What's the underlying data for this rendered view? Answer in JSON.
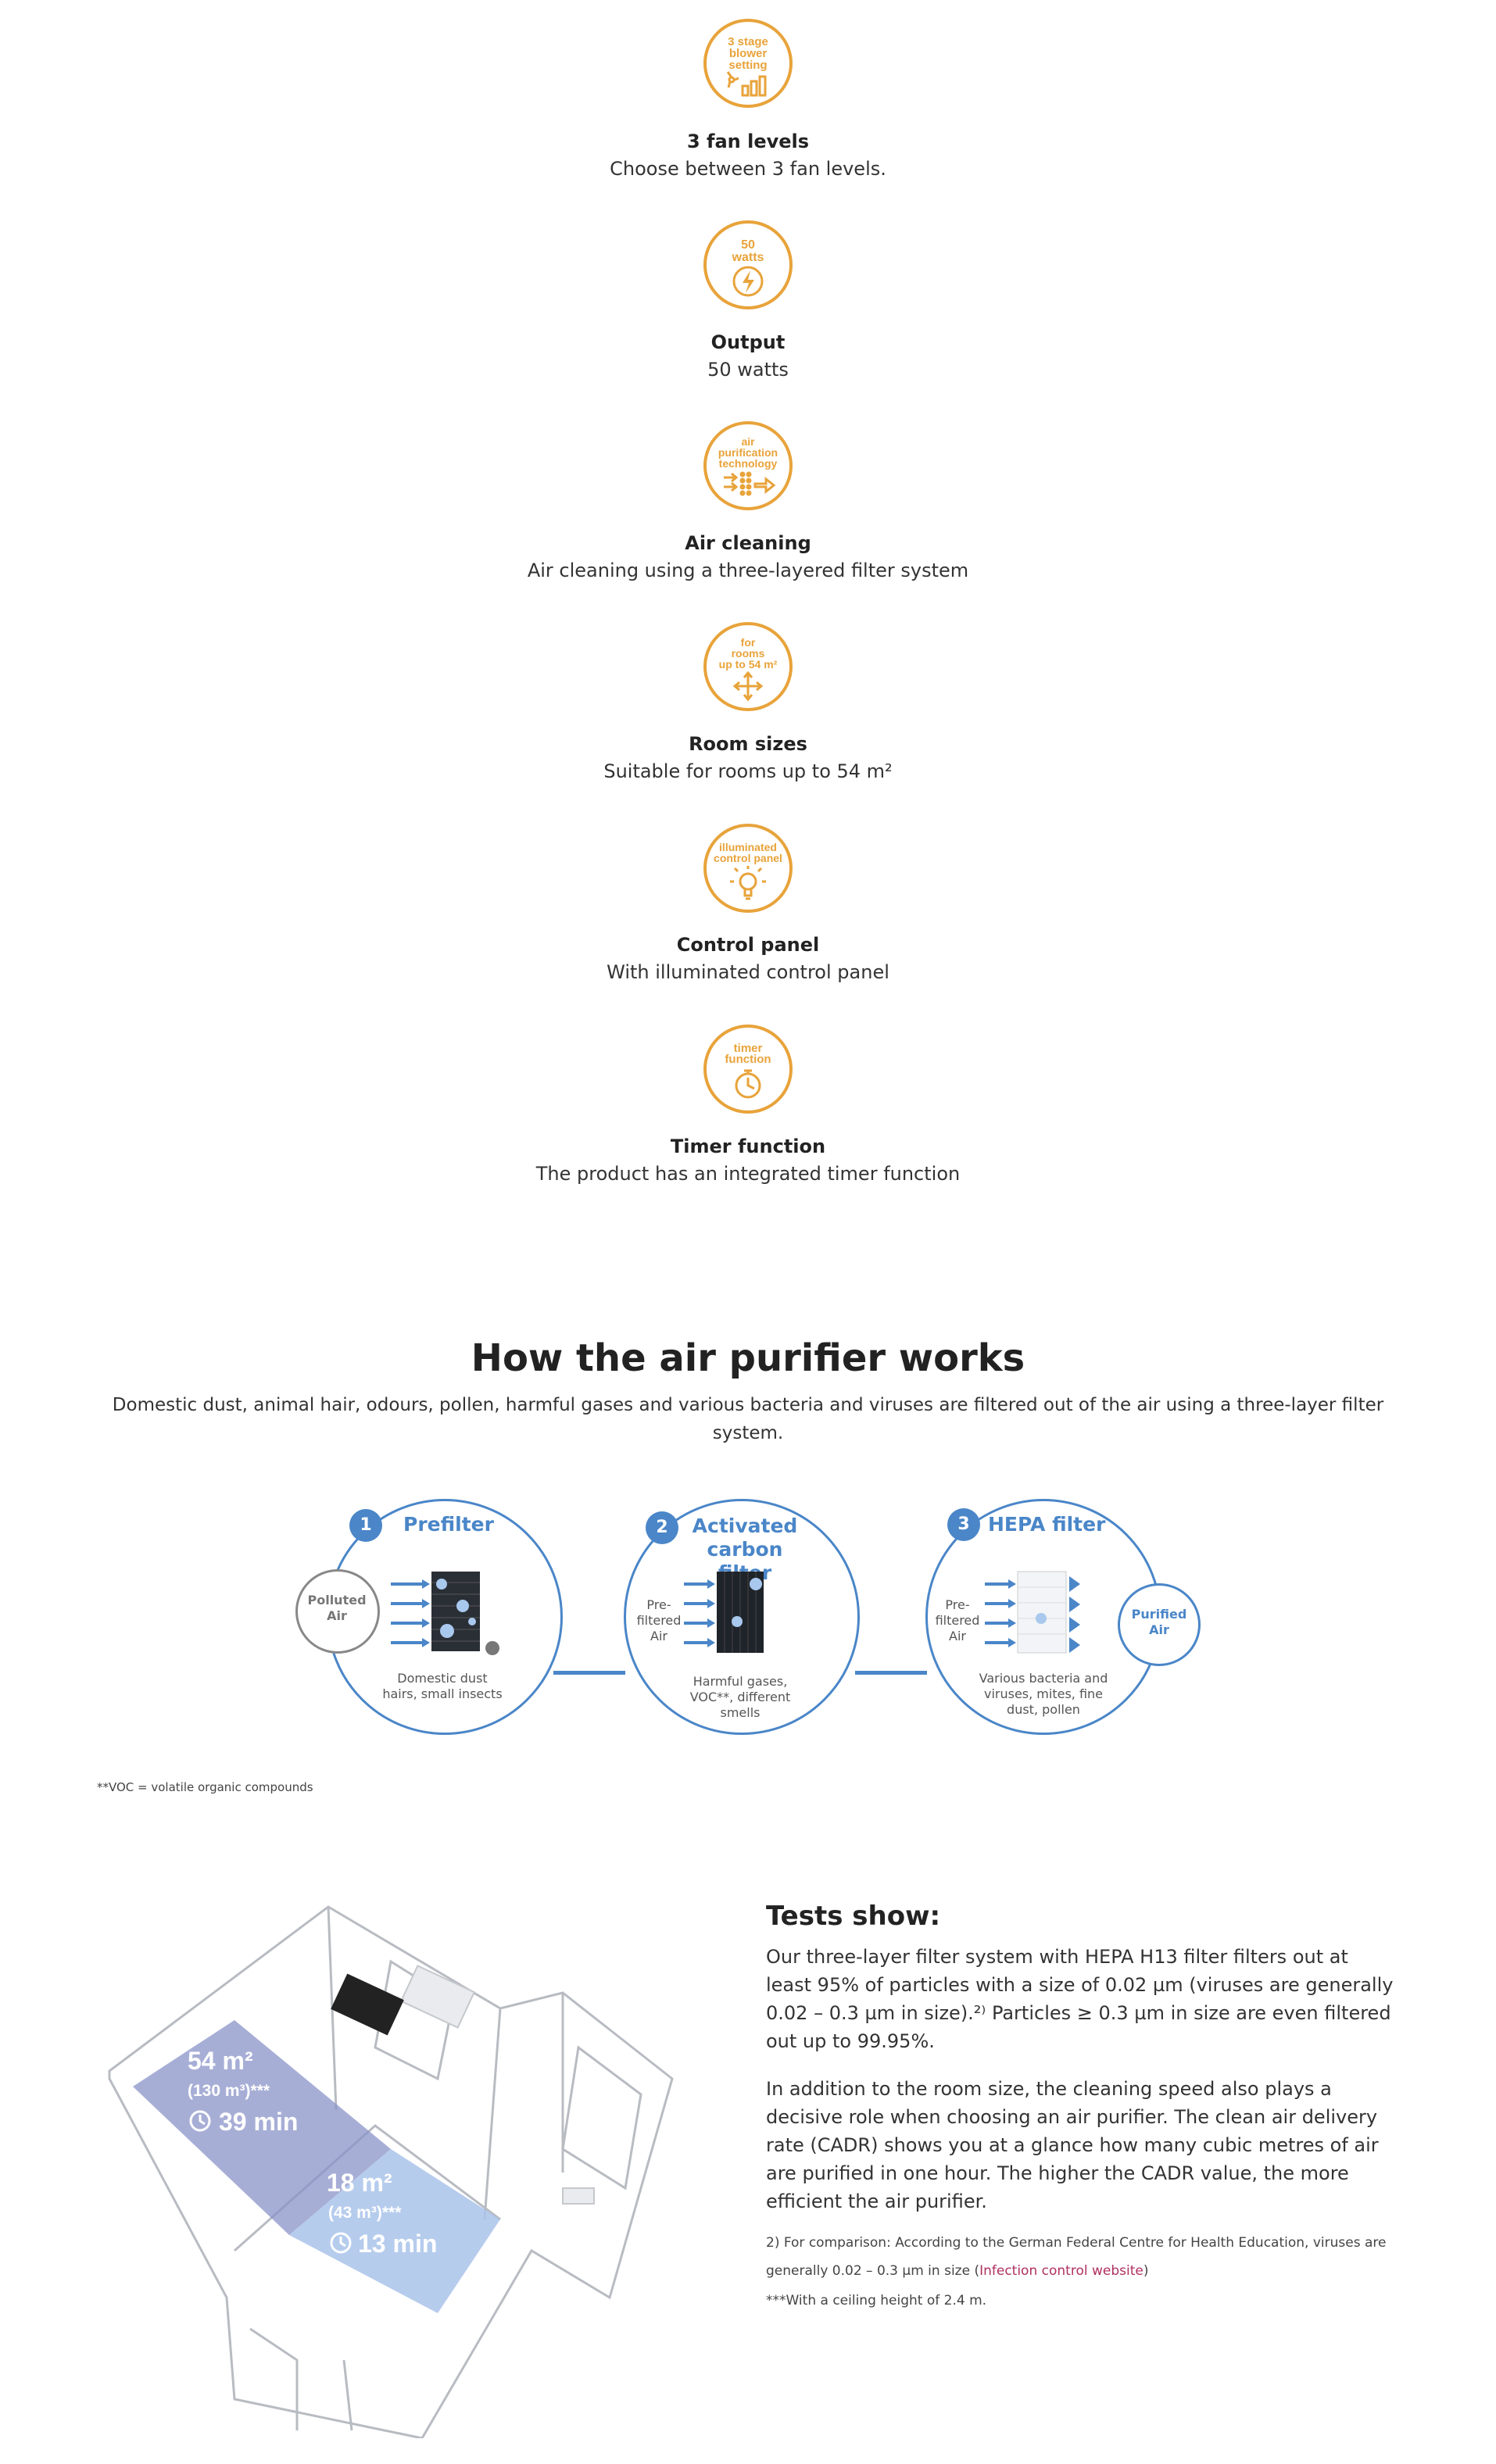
{
  "features": [
    {
      "icon_text": [
        "3 stage",
        "blower",
        "setting"
      ],
      "icon": "blower-setting-icon",
      "title": "3 fan levels",
      "desc": "Choose between 3 fan levels."
    },
    {
      "icon_text": [
        "50",
        "watts"
      ],
      "icon": "power-icon",
      "title": "Output",
      "desc": "50 watts"
    },
    {
      "icon_text": [
        "air",
        "purification",
        "technology"
      ],
      "icon": "air-purification-icon",
      "title": "Air cleaning",
      "desc": "Air cleaning using a three-layered filter system"
    },
    {
      "icon_text": [
        "for",
        "rooms",
        "up to 54 m²"
      ],
      "icon": "room-size-icon",
      "title": "Room sizes",
      "desc": "Suitable for rooms up to 54 m²"
    },
    {
      "icon_text": [
        "illuminated",
        "control panel"
      ],
      "icon": "lightbulb-icon",
      "title": "Control panel",
      "desc": "With illuminated control panel"
    },
    {
      "icon_text": [
        "timer",
        "function"
      ],
      "icon": "timer-icon",
      "title": "Timer function",
      "desc": "The product has an integrated timer function"
    }
  ],
  "how": {
    "heading": "How the air purifier works",
    "intro": "Domestic dust, animal hair, odours, pollen, harmful gases and various bacteria and viruses are filtered out of the air using a three-layer filter system.",
    "stages": [
      {
        "num": "1",
        "title": "Prefilter",
        "input": "Polluted Air",
        "result": "Domestic dust hairs, small insects"
      },
      {
        "num": "2",
        "title": "Activated carbon filter",
        "input": "Pre-filtered Air",
        "result": "Harmful gases, VOC**, different smells"
      },
      {
        "num": "3",
        "title": "HEPA filter",
        "input": "Pre-filtered Air",
        "result": "Various bacteria and viruses, mites, fine dust, pollen",
        "output": "Purified Air"
      }
    ],
    "footnote": "**VOC = volatile organic compounds"
  },
  "tests": {
    "heading": "Tests show:",
    "para1": "Our three-layer filter system with HEPA H13 filter filters out at least 95% of particles with a size of 0.02 µm (viruses are generally 0.02 – 0.3 µm in size).²⁾ Particles ≥ 0.3 µm in size are even filtered out up to 99.95%.",
    "para2": "In addition to the room size, the cleaning speed also plays a decisive role when choosing an air purifier. The clean air delivery rate (CADR) shows you at a glance how many cubic metres of air are purified in one hour. The higher the CADR value, the more efficient the air purifier.",
    "fn1_text": "2) For comparison: According to the German Federal Centre for Health Education, viruses are generally 0.02 – 0.3 µm in size (",
    "fn1_link": "Infection control website",
    "fn1_close": ")",
    "fn2": "***With a ceiling height of 2.4 m.",
    "room_large": {
      "area": "54 m²",
      "volume": "(130 m³)***",
      "time": "39 min"
    },
    "room_small": {
      "area": "18 m²",
      "volume": "(43 m³)***",
      "time": "13 min"
    }
  },
  "colors": {
    "accent_orange": "#e8a33a",
    "accent_blue": "#4a86c8"
  }
}
